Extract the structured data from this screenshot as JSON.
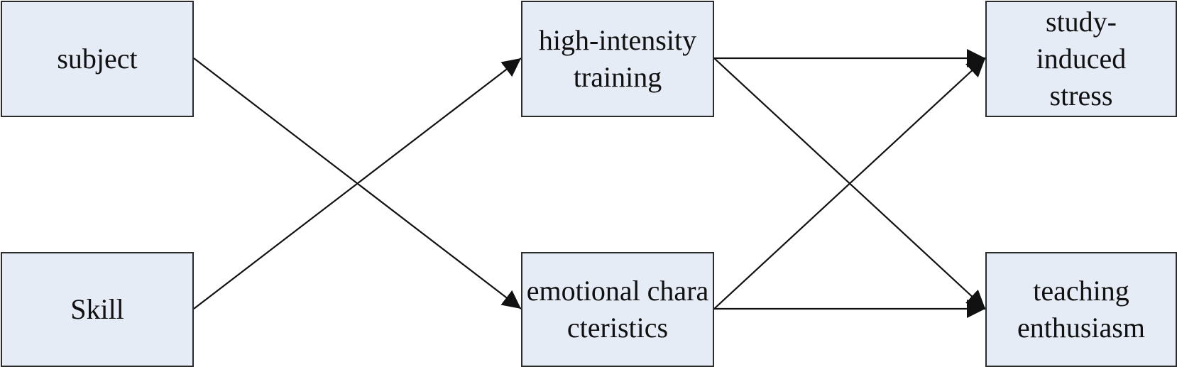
{
  "nodes": {
    "subject": "subject",
    "skill": "Skill",
    "high_intensity_training": "high-intensity training",
    "emotional_characteristics": "emotional characteristics",
    "study_induced_stress": "study-induced stress",
    "teaching_enthusiasm": "teaching enthusiasm"
  },
  "edges": [
    {
      "from": "subject",
      "to": "emotional_characteristics"
    },
    {
      "from": "skill",
      "to": "high_intensity_training"
    },
    {
      "from": "high_intensity_training",
      "to": "study_induced_stress"
    },
    {
      "from": "high_intensity_training",
      "to": "teaching_enthusiasm"
    },
    {
      "from": "emotional_characteristics",
      "to": "study_induced_stress"
    },
    {
      "from": "emotional_characteristics",
      "to": "teaching_enthusiasm"
    }
  ],
  "colors": {
    "box_fill": "#e6ecf6",
    "stroke": "#111111"
  }
}
